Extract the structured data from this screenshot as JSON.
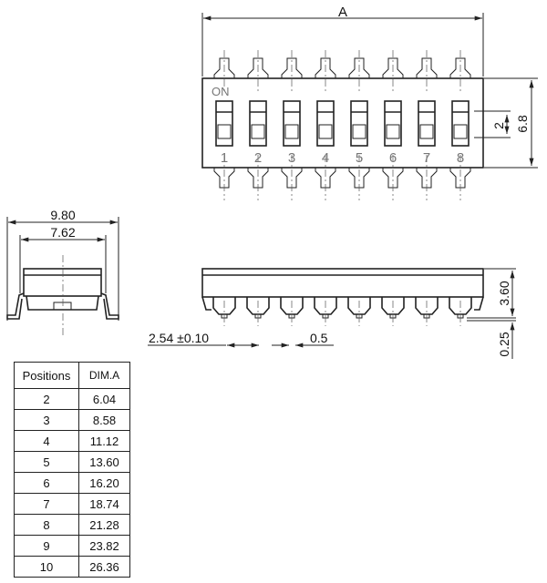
{
  "top_view": {
    "dim_a": "A",
    "on_label": "ON",
    "switch_numbers": [
      "1",
      "2",
      "3",
      "4",
      "5",
      "6",
      "7",
      "8"
    ],
    "dim_height": "6.8",
    "dim_switch": "2"
  },
  "side_view": {
    "dim_outer": "9.80",
    "dim_inner": "7.62"
  },
  "front_view": {
    "dim_pitch": "2.54 ±0.10",
    "dim_pin_width": "0.5",
    "dim_height": "3.60",
    "dim_standoff": "0.25"
  },
  "table": {
    "headers": [
      "Positions",
      "DIM.A"
    ],
    "rows": [
      [
        "2",
        "6.04"
      ],
      [
        "3",
        "8.58"
      ],
      [
        "4",
        "11.12"
      ],
      [
        "5",
        "13.60"
      ],
      [
        "6",
        "16.20"
      ],
      [
        "7",
        "18.74"
      ],
      [
        "8",
        "21.28"
      ],
      [
        "9",
        "23.82"
      ],
      [
        "10",
        "26.36"
      ]
    ]
  }
}
